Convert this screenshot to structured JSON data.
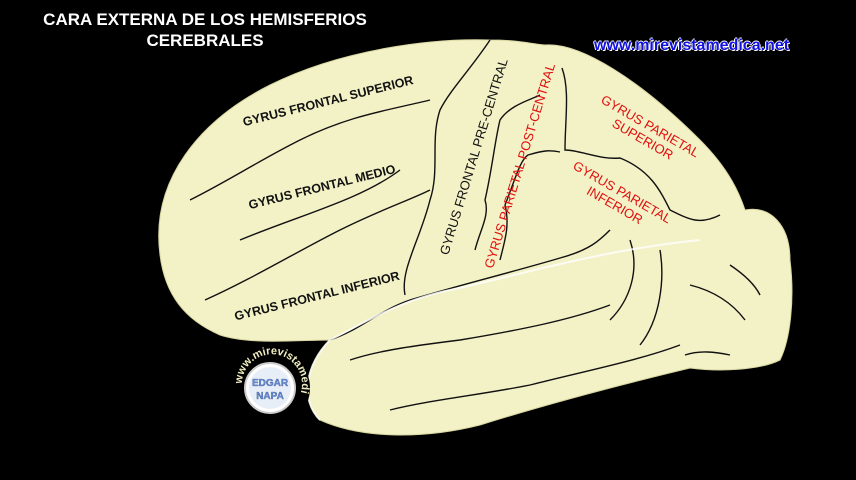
{
  "title": {
    "line1": "CARA EXTERNA DE LOS HEMISFERIOS",
    "line2": "CEREBRALES"
  },
  "website": "www.mirevistamedica.net",
  "logo": {
    "ring_text": "www.mirevistamedica.net",
    "name_line1": "EDGAR",
    "name_line2": "NAPA"
  },
  "labels": {
    "frontal_superior": "GYRUS FRONTAL SUPERIOR",
    "frontal_medio": "GYRUS FRONTAL MEDIO",
    "frontal_inferior": "GYRUS FRONTAL INFERIOR",
    "pre_central": "GYRUS  FRONTAL  PRE-CENTRAL",
    "post_central": "GYRUS PARIETAL  POST-CENTRAL",
    "parietal_superior_1": "GYRUS PARIETAL",
    "parietal_superior_2": "SUPERIOR",
    "parietal_inferior_1": "GYRUS PARIETAL",
    "parietal_inferior_2": "INFERIOR"
  },
  "colors": {
    "brain": "#f3f1c6",
    "red_label": "#e01010",
    "url": "#1010e0"
  }
}
